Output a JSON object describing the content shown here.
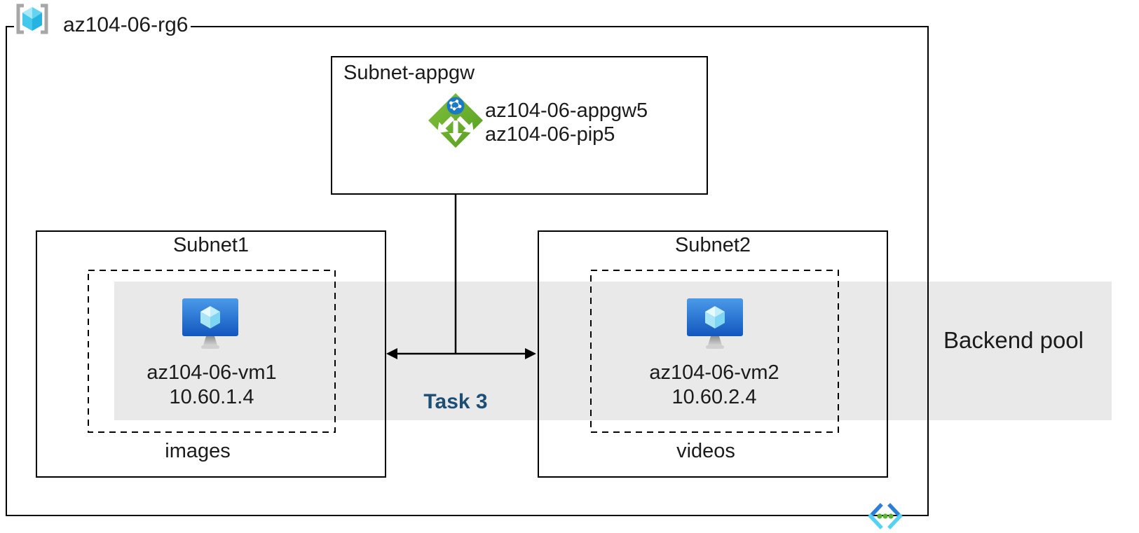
{
  "resource_group": {
    "label": "az104-06-rg6"
  },
  "appgw_subnet": {
    "label": "Subnet-appgw",
    "gateway_name": "az104-06-appgw5",
    "public_ip_name": "az104-06-pip5"
  },
  "subnet1": {
    "label": "Subnet1",
    "vm_name": "az104-06-vm1",
    "vm_ip": "10.60.1.4",
    "caption": "images"
  },
  "subnet2": {
    "label": "Subnet2",
    "vm_name": "az104-06-vm2",
    "vm_ip": "10.60.2.4",
    "caption": "videos"
  },
  "backend_pool": {
    "label": "Backend pool"
  },
  "task": {
    "label": "Task 3"
  },
  "icons": {
    "resource_group": "resource-group-icon",
    "application_gateway": "application-gateway-icon",
    "virtual_machine": "virtual-machine-icon",
    "virtual_network": "virtual-network-icon"
  },
  "colors": {
    "band-bg": "#e9e9e9",
    "task-text": "#1d4e75",
    "appgw-green": "#6cb32d",
    "vm-screen-blue": "#2e7ad3",
    "rg-cube-cyan": "#4ac9ee",
    "vnet-blue": "#2b7fd6",
    "vnet-cyan": "#55d2f3",
    "vnet-dot-green": "#5cb233",
    "connector": "#000000"
  }
}
